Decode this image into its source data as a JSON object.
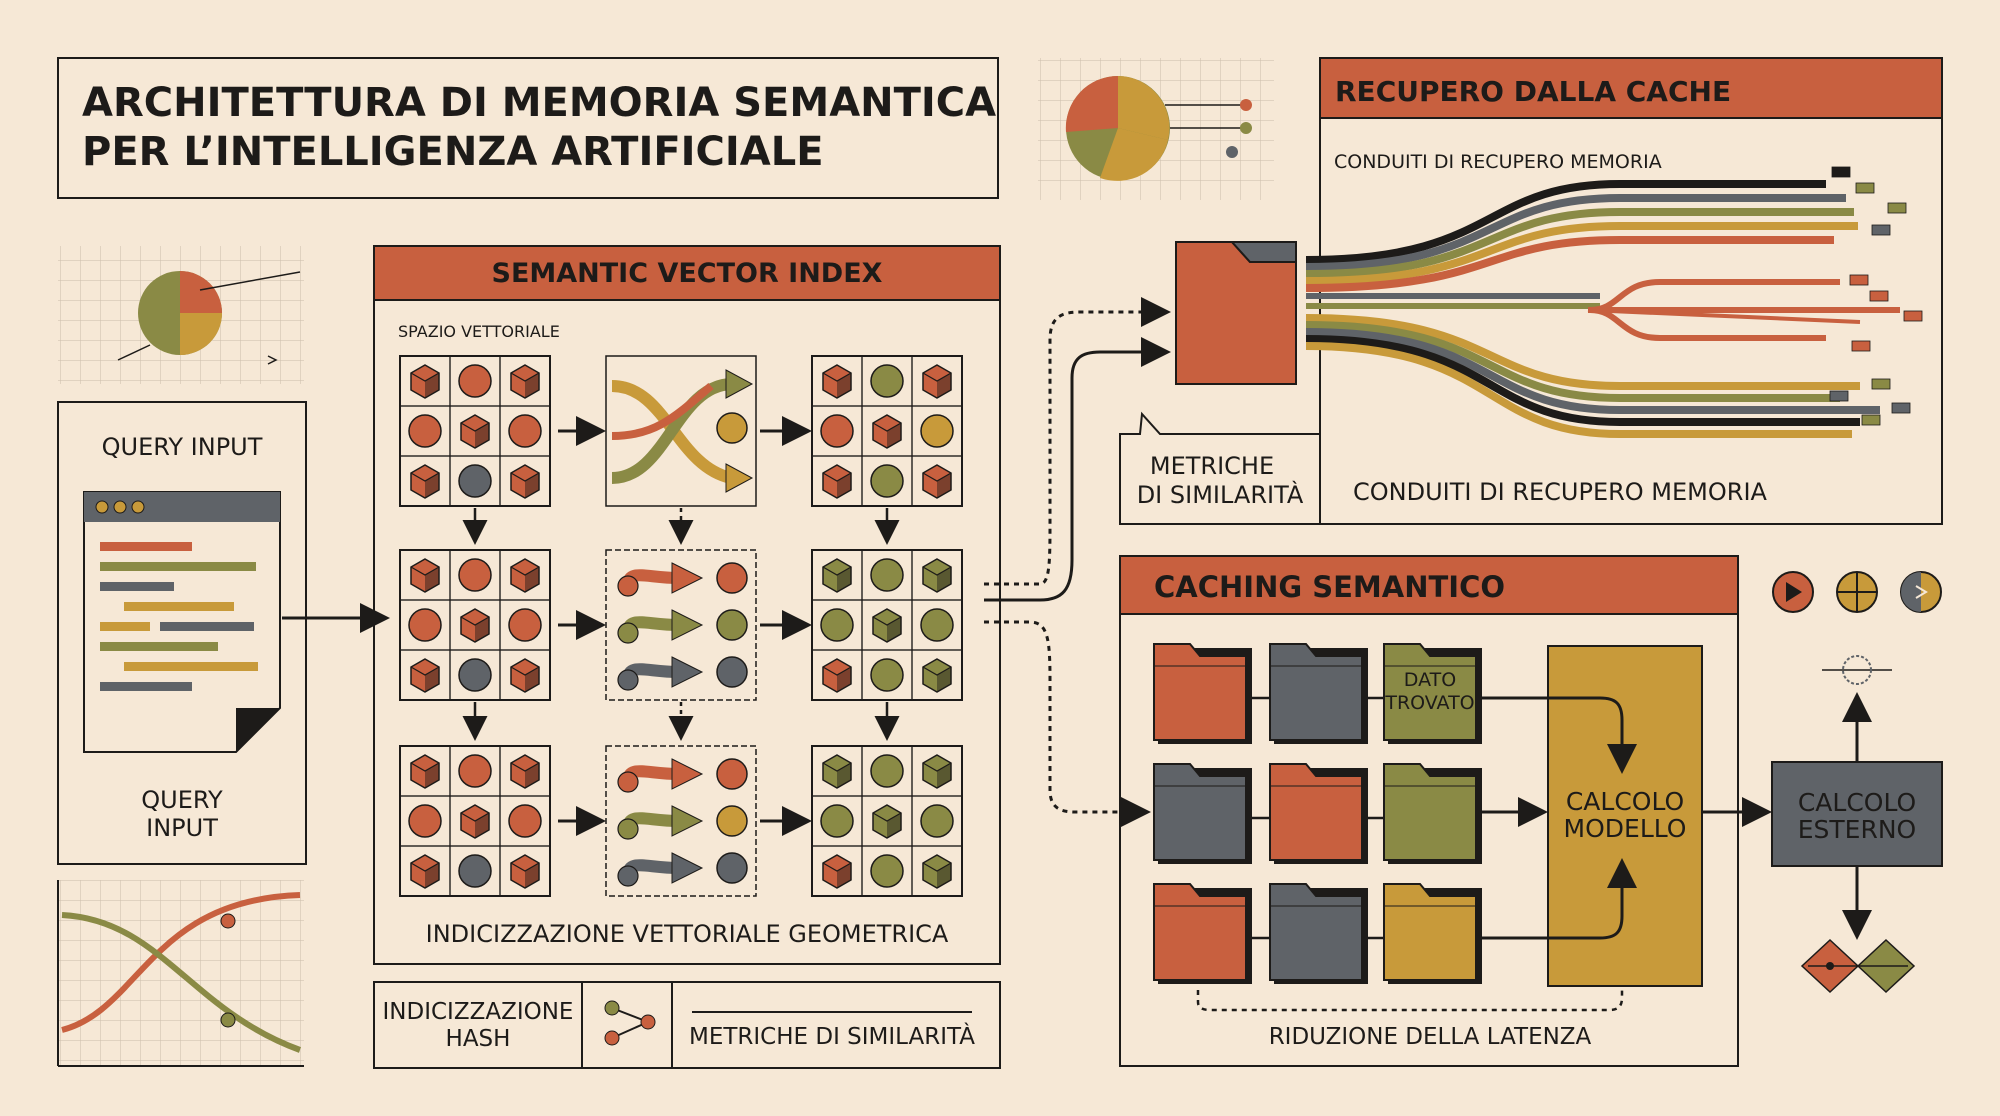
{
  "title": {
    "line1": "ARCHITETTURA DI MEMORIA SEMANTICA",
    "line2": "PER L’INTELLIGENZA ARTIFICIALE"
  },
  "query": {
    "top_label": "QUERY INPUT",
    "bottom_line1": "QUERY",
    "bottom_line2": "INPUT"
  },
  "vector_index": {
    "header": "SEMANTIC VECTOR INDEX",
    "space_label": "SPAZIO VETTORIALE",
    "footer": "INDICIZZAZIONE VETTORIALE GEOMETRICA"
  },
  "bottom_bar": {
    "hash_line1": "INDICIZZAZIONE",
    "hash_line2": "HASH",
    "metrics": "METRICHE DI SIMILARITÀ"
  },
  "cache_recovery": {
    "header": "RECUPERO DALLA CACHE",
    "subtitle": "CONDUITI DI RECUPERO MEMORIA",
    "footer": "CONDUITI DI RECUPERO MEMORIA",
    "metrics_line1": "METRICHE",
    "metrics_line2": "DI SIMILARITÀ"
  },
  "caching": {
    "header": "CACHING SEMANTICO",
    "found_line1": "DATO",
    "found_line2": "TROVATO",
    "model_line1": "CALCOLO",
    "model_line2": "MODELLO",
    "latency": "RIDUZIONE DELLA LATENZA"
  },
  "external": {
    "line1": "CALCOLO",
    "line2": "ESTERNO"
  },
  "colors": {
    "background": "#f6e8d6",
    "orange": "#c8603f",
    "gold": "#c89a3a",
    "olive": "#8a8a45",
    "slate": "#5f6368",
    "ink": "#1d1b19"
  }
}
